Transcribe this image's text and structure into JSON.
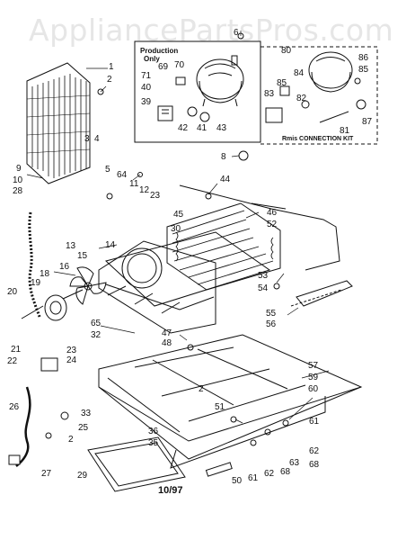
{
  "watermark": "AppliancePartsPros.com",
  "production_box": {
    "title_line1": "Production",
    "title_line2": "Only"
  },
  "service_box": {
    "title": "Rmis CONNECTION KIT"
  },
  "footer": {
    "code": "10/97"
  },
  "callouts": {
    "n1": "1",
    "n2a": "2",
    "n2b": "2",
    "n2c": "2",
    "n3": "3",
    "n4": "4",
    "n5": "5",
    "n6": "6",
    "n8": "8",
    "n9": "9",
    "n10": "10",
    "n11": "11",
    "n12": "12",
    "n13": "13",
    "n14": "14",
    "n15": "15",
    "n16": "16",
    "n18": "18",
    "n19": "19",
    "n20": "20",
    "n21": "21",
    "n22": "22",
    "n23a": "23",
    "n23b": "23",
    "n24": "24",
    "n25": "25",
    "n26": "26",
    "n27": "27",
    "n28": "28",
    "n29": "29",
    "n30": "30",
    "n32": "32",
    "n33": "33",
    "n35": "35",
    "n36": "36",
    "n39": "39",
    "n40": "40",
    "n41": "41",
    "n42": "42",
    "n43": "43",
    "n44": "44",
    "n45": "45",
    "n46": "46",
    "n47": "47",
    "n48": "48",
    "n50": "50",
    "n51": "51",
    "n52": "52",
    "n53": "53",
    "n54": "54",
    "n55": "55",
    "n56": "56",
    "n57": "57",
    "n59": "59",
    "n60": "60",
    "n61a": "61",
    "n61b": "61",
    "n62a": "62",
    "n62b": "62",
    "n63": "63",
    "n64": "64",
    "n65": "65",
    "n68a": "68",
    "n68b": "68",
    "n69": "69",
    "n70": "70",
    "n71": "71",
    "n80": "80",
    "n81": "81",
    "n82": "82",
    "n83": "83",
    "n84": "84",
    "n85": "85",
    "n86": "86",
    "n87": "87"
  }
}
